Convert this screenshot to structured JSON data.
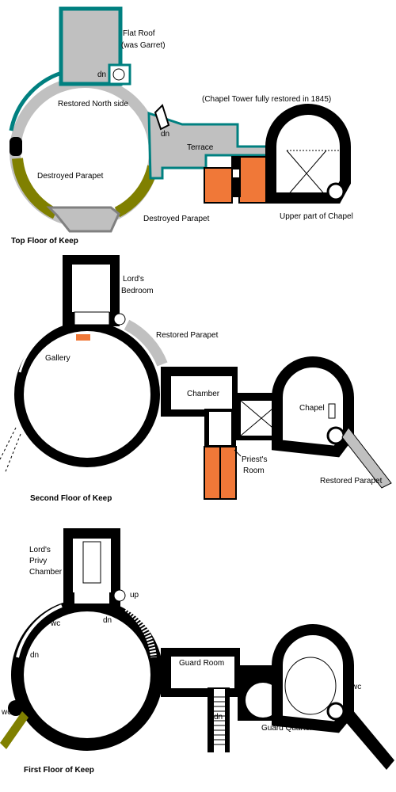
{
  "colors": {
    "wall": "#000000",
    "roof_lead": "#c0c0c0",
    "roof_edge": "#008080",
    "destroyed": "#808000",
    "roof_tile": "#f07838",
    "floor": "#ffffff"
  },
  "top_floor": {
    "flat_roof": "Flat Roof",
    "was_garret": "(was Garret)",
    "dn_1": "dn",
    "restored_north": "Restored North side",
    "chapel_note": "(Chapel Tower fully restored in 1845)",
    "dn_2": "dn",
    "terrace": "Terrace",
    "destroyed_1": "Destroyed Parapet",
    "destroyed_2": "Destroyed Parapet",
    "upper_chapel": "Upper part of Chapel",
    "title": "Top Floor of Keep"
  },
  "second_floor": {
    "lords": "Lord's",
    "bedroom": "Bedroom",
    "restored_parapet_1": "Restored Parapet",
    "gallery": "Gallery",
    "chamber": "Chamber",
    "chapel": "Chapel",
    "priests": "Priest's",
    "room": "Room",
    "restored_parapet_2": "Restored Parapet",
    "title": "Second Floor of Keep"
  },
  "first_floor": {
    "lords": "Lord's",
    "privy": "Privy",
    "chamber": "Chamber",
    "up": "up",
    "wc_1": "wc",
    "dn_1": "dn",
    "dn_2": "dn",
    "guard_room": "Guard Room",
    "wc_2": "wc",
    "wc_3": "wc",
    "dn_3": "dn",
    "guard_quarters": "Guard Quarters",
    "title": "First Floor of Keep"
  }
}
